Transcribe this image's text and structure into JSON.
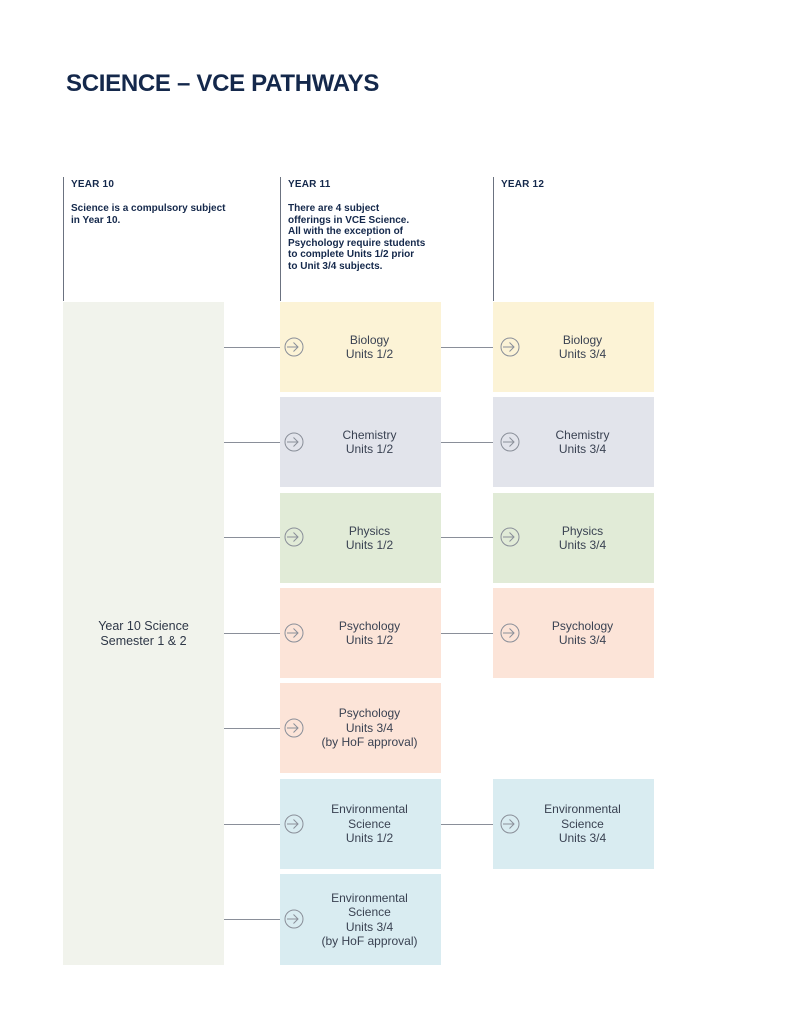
{
  "title": "SCIENCE – VCE PATHWAYS",
  "columns": {
    "year10": {
      "heading": "YEAR 10",
      "description": "Science is a compulsory subject\nin Year 10."
    },
    "year11": {
      "heading": "YEAR 11",
      "description": "There are 4 subject\nofferings in VCE Science.\nAll with the exception of\nPsychology require students\nto complete Units 1/2 prior\nto Unit 3/4 subjects."
    },
    "year12": {
      "heading": "YEAR 12",
      "description": ""
    }
  },
  "year10_block": {
    "label": "Year 10 Science\nSemester 1 & 2"
  },
  "year11_boxes": [
    {
      "label": "Biology\nUnits 1/2",
      "color": "#fcf3d6"
    },
    {
      "label": "Chemistry\nUnits 1/2",
      "color": "#e2e4eb"
    },
    {
      "label": "Physics\nUnits 1/2",
      "color": "#e1ebd7"
    },
    {
      "label": "Psychology\nUnits 1/2",
      "color": "#fce4d8"
    },
    {
      "label": "Psychology\nUnits 3/4\n(by HoF approval)",
      "color": "#fce4d8"
    },
    {
      "label": "Environmental\nScience\nUnits 1/2",
      "color": "#d9ecf1"
    },
    {
      "label": "Environmental\nScience\nUnits 3/4\n(by HoF approval)",
      "color": "#d9ecf1"
    }
  ],
  "year12_boxes": [
    {
      "label": "Biology\nUnits 3/4",
      "color": "#fcf3d6"
    },
    {
      "label": "Chemistry\nUnits 3/4",
      "color": "#e2e4eb"
    },
    {
      "label": "Physics\nUnits 3/4",
      "color": "#e1ebd7"
    },
    {
      "label": "Psychology\nUnits 3/4",
      "color": "#fce4d8"
    },
    {
      "label": "Environmental\nScience\nUnits 3/4",
      "color": "#d9ecf1"
    }
  ],
  "icons": {
    "arrow": "circle-arrow-right-icon"
  }
}
